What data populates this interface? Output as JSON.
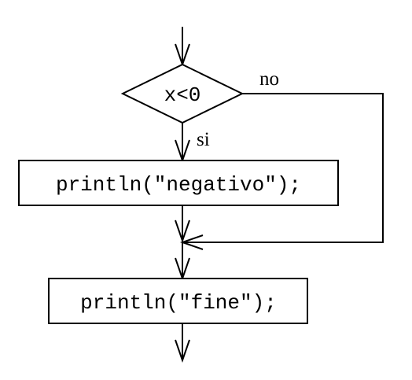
{
  "flowchart": {
    "condition": "x<0",
    "yes_label": "si",
    "no_label": "no",
    "statement_1": "println(\"negativo\");",
    "statement_2": "println(\"fine\");"
  },
  "colors": {
    "stroke": "#000000",
    "background": "#ffffff"
  }
}
